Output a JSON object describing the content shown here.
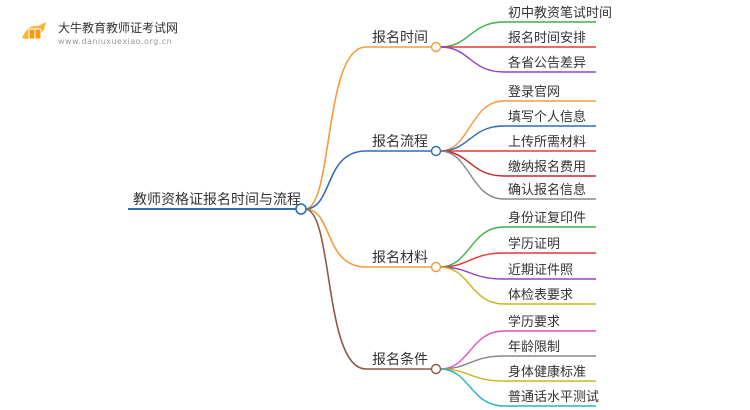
{
  "logo": {
    "name": "大牛教育教师证考试网",
    "domain": "www.daniuxuexiao.org.cn"
  },
  "root": {
    "label": "教师资格证报名时间与流程",
    "color": "#2a6fb0"
  },
  "branches": [
    {
      "label": "报名时间",
      "color": "#f59a3c",
      "leaves": [
        {
          "label": "初中教资笔试时间",
          "color": "#3cb34a"
        },
        {
          "label": "报名时间安排",
          "color": "#e53935"
        },
        {
          "label": "各省公告差异",
          "color": "#8e44c9"
        }
      ]
    },
    {
      "label": "报名流程",
      "color": "#2f6db5",
      "leaves": [
        {
          "label": "登录官网",
          "color": "#f59a3c"
        },
        {
          "label": "填写个人信息",
          "color": "#2f6db5"
        },
        {
          "label": "上传所需材料",
          "color": "#e53935"
        },
        {
          "label": "缴纳报名费用",
          "color": "#c62828"
        },
        {
          "label": "确认报名信息",
          "color": "#888888"
        }
      ]
    },
    {
      "label": "报名材料",
      "color": "#f59a3c",
      "leaves": [
        {
          "label": "身份证复印件",
          "color": "#3cb34a"
        },
        {
          "label": "学历证明",
          "color": "#e53935"
        },
        {
          "label": "近期证件照",
          "color": "#8e44c9"
        },
        {
          "label": "体检表要求",
          "color": "#c5b81f"
        }
      ]
    },
    {
      "label": "报名条件",
      "color": "#8d5a4a",
      "leaves": [
        {
          "label": "学历要求",
          "color": "#e84fc7"
        },
        {
          "label": "年龄限制",
          "color": "#888888"
        },
        {
          "label": "身体健康标准",
          "color": "#c5b81f"
        },
        {
          "label": "普通话水平测试",
          "color": "#25b6c7"
        }
      ]
    }
  ]
}
